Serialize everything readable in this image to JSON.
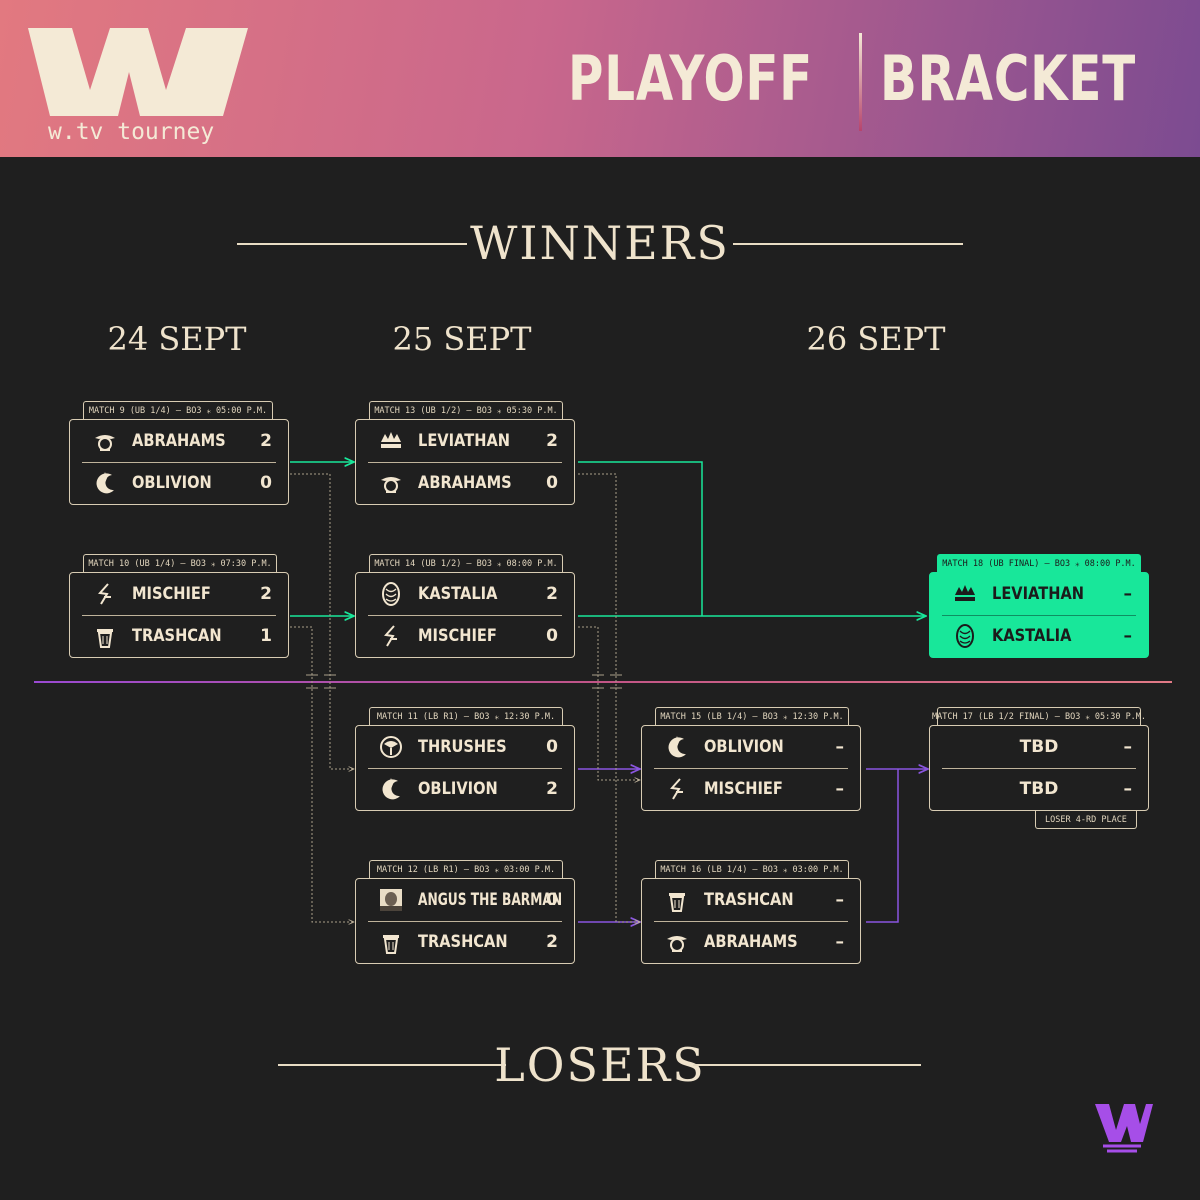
{
  "header": {
    "logo_subtitle": "w.tv tourney",
    "title_left": "PLAYOFF",
    "title_right": "BRACKET"
  },
  "sections": {
    "winners": "WINNERS",
    "losers": "LOSERS"
  },
  "dates": [
    "24 SEPT",
    "25 SEPT",
    "26 SEPT"
  ],
  "colors": {
    "winners_line": "#18e79a",
    "losers_line": "#8a55e0",
    "accent": "#18e79a"
  },
  "matches": {
    "m9": {
      "tag": "MATCH 9 (UB 1/4) – BO3 ⁎ 05:00 P.M.",
      "team1": "ABRAHAMS",
      "score1": "2",
      "icon1": "cowboy-icon",
      "team2": "OBLIVION",
      "score2": "0",
      "icon2": "crescent-icon"
    },
    "m10": {
      "tag": "MATCH 10 (UB 1/4) – BO3 ⁎ 07:30 P.M.",
      "team1": "MISCHIEF",
      "score1": "2",
      "icon1": "lightning-icon",
      "team2": "TRASHCAN",
      "score2": "1",
      "icon2": "trashcan-icon"
    },
    "m13": {
      "tag": "MATCH 13 (UB 1/2) – BO3 ⁎ 05:30 P.M.",
      "team1": "LEVIATHAN",
      "score1": "2",
      "icon1": "leviathan-icon",
      "team2": "ABRAHAMS",
      "score2": "0",
      "icon2": "cowboy-icon"
    },
    "m14": {
      "tag": "MATCH 14 (UB 1/2) – BO3 ⁎ 08:00 P.M.",
      "team1": "KASTALIA",
      "score1": "2",
      "icon1": "shell-icon",
      "team2": "MISCHIEF",
      "score2": "0",
      "icon2": "lightning-icon"
    },
    "m18": {
      "tag": "MATCH 18 (UB FINAL) – BO3 ⁎ 08:00 P.M.",
      "team1": "LEVIATHAN",
      "score1": "–",
      "icon1": "leviathan-icon",
      "team2": "KASTALIA",
      "score2": "–",
      "icon2": "shell-icon"
    },
    "m11": {
      "tag": "MATCH 11 (LB R1) – BO3 ⁎ 12:30 P.M.",
      "team1": "THRUSHES",
      "score1": "0",
      "icon1": "bird-icon",
      "team2": "OBLIVION",
      "score2": "2",
      "icon2": "crescent-icon"
    },
    "m12": {
      "tag": "MATCH 12 (LB R1) – BO3 ⁎ 03:00 P.M.",
      "team1": "ANGUS THE BARMAN",
      "score1": "0",
      "icon1": "portrait-icon",
      "team2": "TRASHCAN",
      "score2": "2",
      "icon2": "trashcan-icon"
    },
    "m15": {
      "tag": "MATCH 15 (LB 1/4) – BO3 ⁎ 12:30 P.M.",
      "team1": "OBLIVION",
      "score1": "–",
      "icon1": "crescent-icon",
      "team2": "MISCHIEF",
      "score2": "–",
      "icon2": "lightning-icon"
    },
    "m16": {
      "tag": "MATCH 16 (LB 1/4) – BO3 ⁎ 03:00 P.M.",
      "team1": "TRASHCAN",
      "score1": "–",
      "icon1": "trashcan-icon",
      "team2": "ABRAHAMS",
      "score2": "–",
      "icon2": "cowboy-icon"
    },
    "m17": {
      "tag": "MATCH 17 (LB 1/2 FINAL) – BO3 ⁎ 05:30 P.M.",
      "team1": "TBD",
      "score1": "–",
      "team2": "TBD",
      "score2": "–",
      "subtag": "LOSER 4-RD PLACE"
    }
  }
}
